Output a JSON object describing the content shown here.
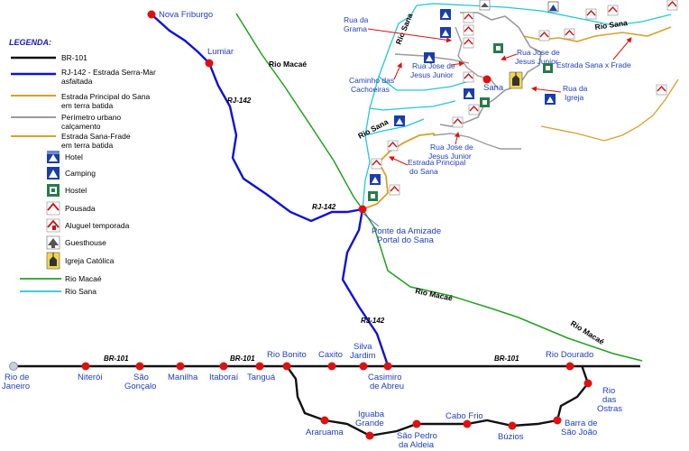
{
  "legend": {
    "title": "LEGENDA:",
    "br101": "BR-101",
    "rj142_1": "RJ-142 - Estrada Serra-Mar",
    "rj142_2": "asfaltada",
    "estrada_principal_1": "Estrada Principal do Sana",
    "estrada_principal_2": "em terra batida",
    "perimetro_1": "Perímetro urbano",
    "perimetro_2": "calçamento",
    "sana_frade_1": "Estrada Sana-Frade",
    "sana_frade_2": "em terra batida",
    "hotel": "Hotel",
    "camping": "Camping",
    "hostel": "Hostel",
    "pousada": "Pousada",
    "aluguel": "Aluguel temporada",
    "guesthouse": "Guesthouse",
    "igreja": "Igreja Católica",
    "rio_macae": "Rio Macaé",
    "rio_sana": "Rio Sana"
  },
  "colors": {
    "br101": "#111111",
    "rj142": "#1010d8",
    "estrada_principal": "#d6a12b",
    "perimetro": "#9a9a9a",
    "rio_macae": "#22a022",
    "rio_sana": "#22c8d8",
    "city_dot": "#dd1111",
    "label_blue": "#1f3fbf",
    "arrow_red": "#dd1111"
  },
  "cities": {
    "nova_friburgo": "Nova Friburgo",
    "lumiar": "Lumiar",
    "rio_de": "Rio de",
    "janeiro": "Janeiro",
    "niteroi": "Niterói",
    "sao": "São",
    "goncalo": "Gonçalo",
    "manilha": "Manilha",
    "itaborai": "Itaboraí",
    "tangua": "Tanguá",
    "rio_bonito": "Rio Bonito",
    "caxito": "Caxito",
    "silva": "Silva",
    "jardim": "Jardim",
    "casimiro": "Casimiro",
    "de_abreu": "de Abreu",
    "rio_dourado": "Rio Dourado",
    "rio": "Rio",
    "das": "das",
    "ostras": "Ostras",
    "barra_de": "Barra de",
    "sao_joao": "São João",
    "buzios": "Búzios",
    "cabo_frio": "Cabo Frio",
    "sao_pedro": "São Pedro",
    "da_aldeia": "da Aldeia",
    "iguaba": "Iguaba",
    "grande": "Grande",
    "araruama": "Araruama",
    "sana": "Sana",
    "ponte_1": "Ponte da Amizade",
    "ponte_2": "Portal do Sana"
  },
  "roads": {
    "br101_a": "BR-101",
    "br101_b": "BR-101",
    "br101_c": "BR-101",
    "rj142_a": "RJ-142",
    "rj142_b": "RJ-142",
    "rj142_c": "RJ-142"
  },
  "rivers": {
    "macae_1": "Rio Macaé",
    "macae_2": "Rio Macaé",
    "macae_3": "Rio Macaé",
    "sana_1": "Rio Sana",
    "sana_2": "Rio Sana",
    "sana_3": "Rio Sana"
  },
  "annotations": {
    "rua_grama_1": "Rua da",
    "rua_grama_2": "Grama",
    "caminho_1": "Caminho das",
    "caminho_2": "Cachoeiras",
    "rua_jose_a1": "Rua Jose de",
    "rua_jose_a2": "Jesus Junior",
    "rua_jose_b1": "Rua Jose de",
    "rua_jose_b2": "Jesus Junior",
    "rua_jose_c1": "Rua Jose de",
    "rua_jose_c2": "Jesus Junior",
    "estrada_sana_frade": "Estrada Sana x Frade",
    "rua_igreja_1": "Rua da",
    "rua_igreja_2": "Igreja",
    "estrada_principal_1": "Estrada Principal",
    "estrada_principal_2": "do Sana"
  }
}
